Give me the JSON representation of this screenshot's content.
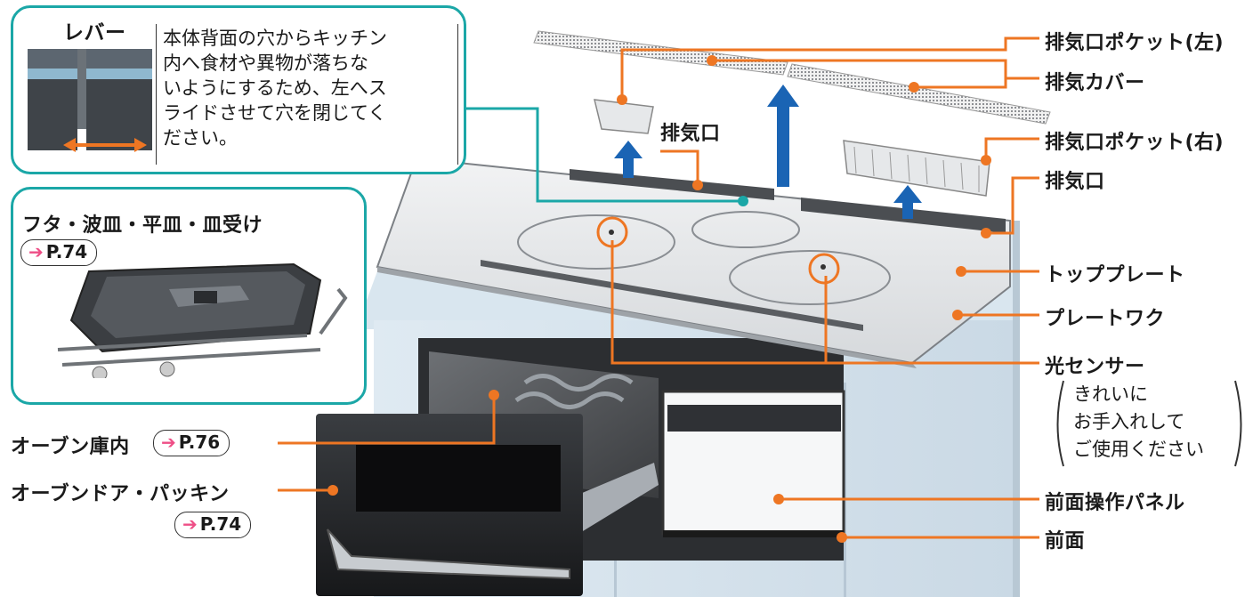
{
  "callouts": {
    "lever_title": "レバー",
    "lever_note_lines": [
      "本体背面の穴からキッチン",
      "内へ食材や異物が落ちな",
      "いようにするため、左へス",
      "ライドさせて穴を閉じてく",
      "ださい。"
    ],
    "lid_title": "フタ・波皿・平皿・皿受け",
    "lid_ref": "P.74"
  },
  "labels": {
    "exhaust_pocket_left": "排気口ポケット(左)",
    "exhaust_cover": "排気カバー",
    "exhaust_pocket_right": "排気口ポケット(右)",
    "exhaust_port_right": "排気口",
    "exhaust_port_center": "排気口",
    "top_plate": "トッププレート",
    "plate_frame": "プレートワク",
    "light_sensor": "光センサー",
    "light_sensor_note": [
      "きれいに",
      "お手入れして",
      "ご使用ください"
    ],
    "oven_interior": "オーブン庫内",
    "oven_interior_ref": "P.76",
    "oven_door": "オーブンドア・パッキン",
    "oven_door_ref": "P.74",
    "front_panel": "前面操作パネル",
    "front": "前面"
  },
  "colors": {
    "leader": "#ee7623",
    "callout_border": "#1ba7a7",
    "ref_arrow": "#ee4e86",
    "airflow_arrow": "#1a64b4"
  },
  "icons": [
    "arrow-right-icon",
    "up-arrow-icon"
  ]
}
